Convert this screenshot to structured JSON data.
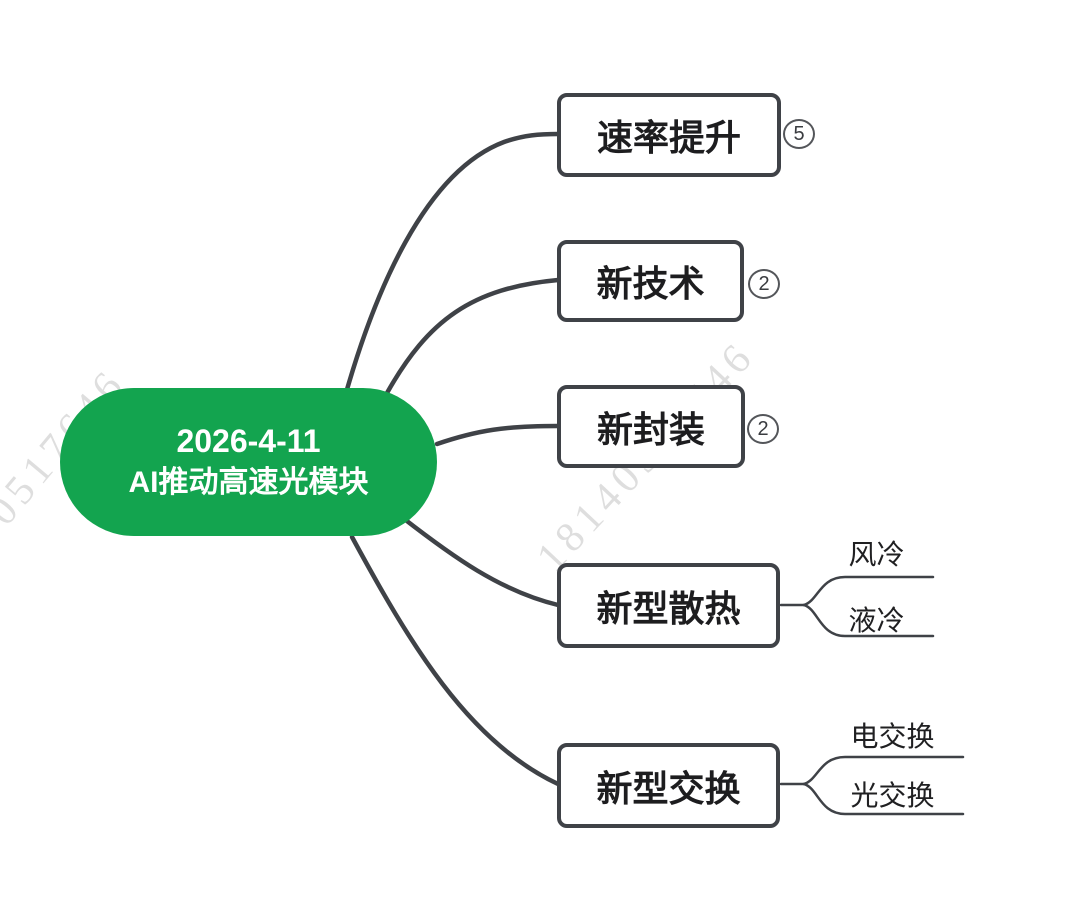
{
  "watermark": {
    "text": "18140517646"
  },
  "root": {
    "line1": "2026-4-11",
    "line2": "AI推动高速光模块"
  },
  "branches": [
    {
      "label": "速率提升",
      "badge": "5"
    },
    {
      "label": "新技术",
      "badge": "2"
    },
    {
      "label": "新封装",
      "badge": "2"
    },
    {
      "label": "新型散热",
      "children": [
        "风冷",
        "液冷"
      ]
    },
    {
      "label": "新型交换",
      "children": [
        "电交换",
        "光交换"
      ]
    }
  ],
  "colors": {
    "root_green": "#13A44F",
    "line_gray": "#3F4247",
    "watermark_gray": "#DCDCDC"
  }
}
